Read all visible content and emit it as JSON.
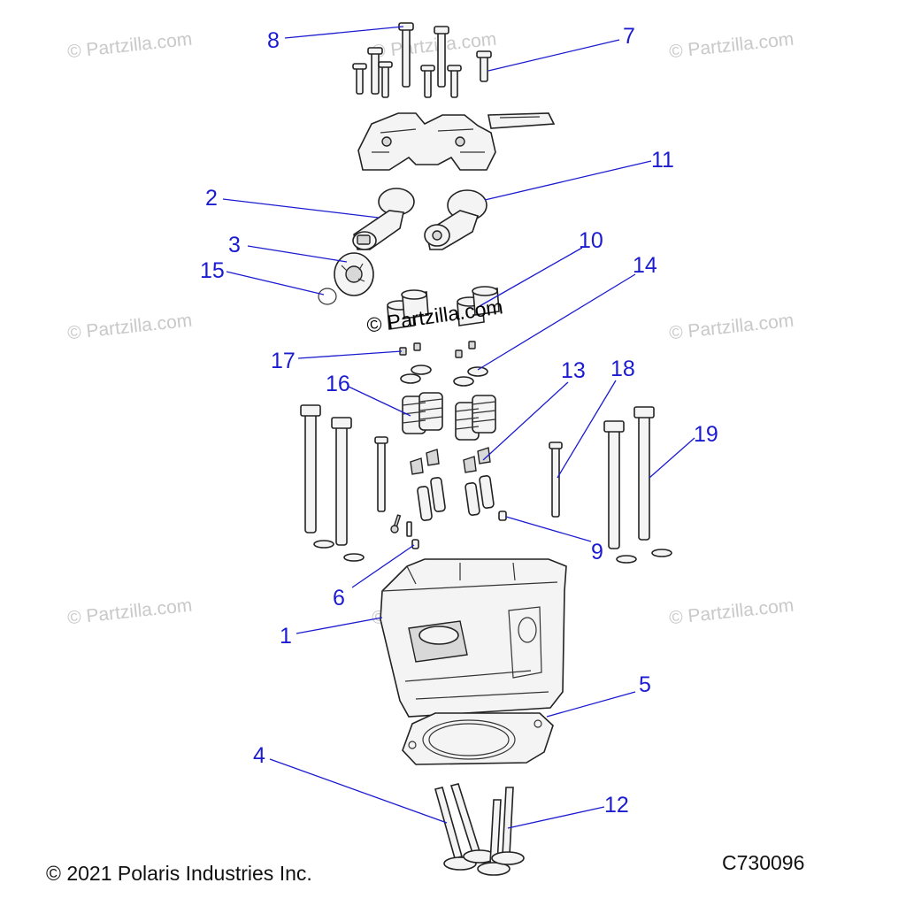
{
  "watermark": {
    "text": "© Partzilla.com",
    "center_text": "© Partzilla.com"
  },
  "callouts": [
    {
      "id": "8",
      "label": "8"
    },
    {
      "id": "7",
      "label": "7"
    },
    {
      "id": "11",
      "label": "11"
    },
    {
      "id": "2",
      "label": "2"
    },
    {
      "id": "3",
      "label": "3"
    },
    {
      "id": "15",
      "label": "15"
    },
    {
      "id": "10",
      "label": "10"
    },
    {
      "id": "14",
      "label": "14"
    },
    {
      "id": "17",
      "label": "17"
    },
    {
      "id": "16",
      "label": "16"
    },
    {
      "id": "13",
      "label": "13"
    },
    {
      "id": "18",
      "label": "18"
    },
    {
      "id": "19",
      "label": "19"
    },
    {
      "id": "9",
      "label": "9"
    },
    {
      "id": "6",
      "label": "6"
    },
    {
      "id": "1",
      "label": "1"
    },
    {
      "id": "5",
      "label": "5"
    },
    {
      "id": "4",
      "label": "4"
    },
    {
      "id": "12",
      "label": "12"
    }
  ],
  "footer": {
    "copyright": "© 2021 Polaris Industries Inc.",
    "diagram_code": "C730096"
  },
  "colors": {
    "callout": "#1b1bd0",
    "watermark": "#c9c9c9"
  }
}
